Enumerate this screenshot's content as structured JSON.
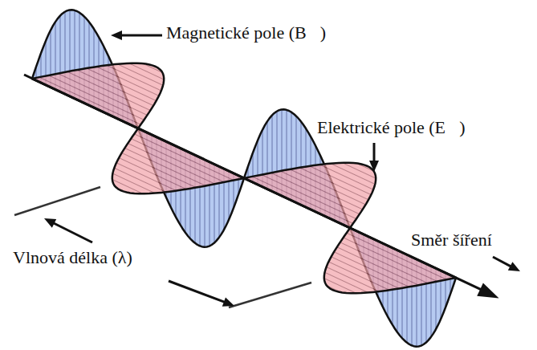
{
  "diagram": {
    "labels": [
      "Magnetické pole (B⃗)",
      "Elektrické pole (E⃗)",
      "Vlnová délka (λ)",
      "Směr šíření"
    ]
  }
}
